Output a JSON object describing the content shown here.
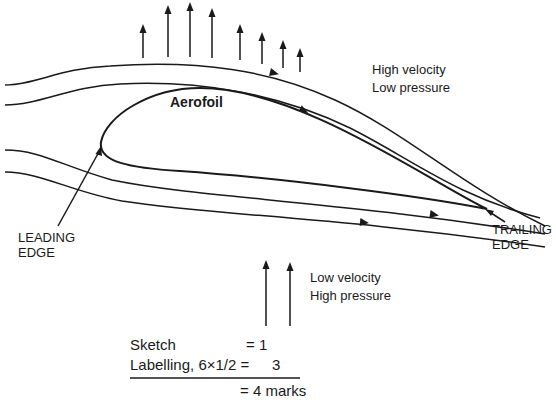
{
  "diagram": {
    "nodes": [
      {
        "text": [
          "Aerofoil"
        ]
      }
    ],
    "labels": [
      "High velocity",
      "Low pressure",
      "LEADING EDGE",
      "TRAILING EDGE",
      "Low velocity",
      "High pressure",
      "Sketch",
      "= 1",
      "Labelling, 6×1/2 =",
      "3",
      "= 4 marks"
    ]
  }
}
